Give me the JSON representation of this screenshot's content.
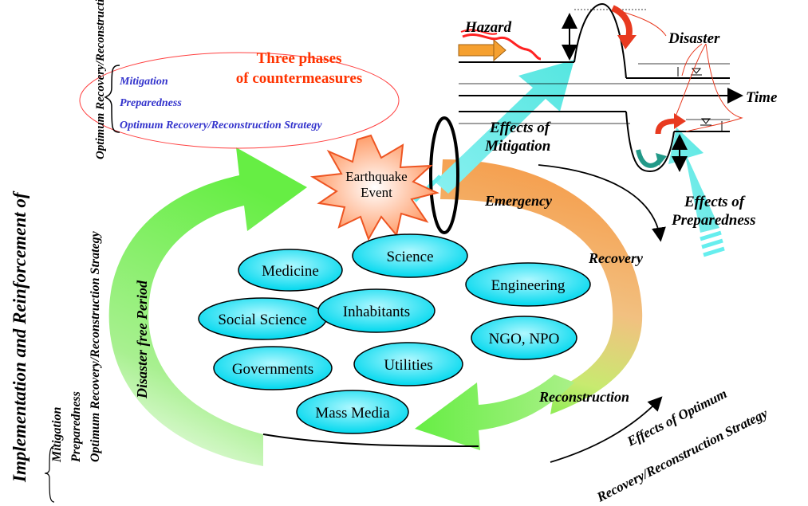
{
  "left_title": "Implementation and Reinforcement of",
  "left_items": [
    "Mitigation",
    "Preparedness",
    "Optimum Recovery/Reconstruction Strategy"
  ],
  "phases": {
    "title_line1": "Three phases",
    "title_line2": "of countermeasures",
    "items": [
      "Mitigation",
      "Preparedness",
      "Optimum Recovery/Reconstruction Strategy"
    ]
  },
  "event": {
    "line1": "Earthquake",
    "line2": "Event"
  },
  "cycle_labels": {
    "emergency": "Emergency",
    "recovery": "Recovery",
    "reconstruction": "Reconstruction",
    "disaster_free": "Disaster free Period"
  },
  "effects": {
    "mitigation_line1": "Effects of",
    "mitigation_line2": "Mitigation",
    "preparedness_line1": "Effects of",
    "preparedness_line2": "Preparedness",
    "recovery_line1": "Effects of Optimum",
    "recovery_line2": "Recovery/Reconstruction Strategy"
  },
  "timeline": {
    "hazard": "Hazard",
    "disaster": "Disaster",
    "time": "Time"
  },
  "stakeholders": [
    "Medicine",
    "Science",
    "Engineering",
    "Social Science",
    "Inhabitants",
    "NGO, NPO",
    "Governments",
    "Utilities",
    "Mass Media"
  ],
  "colors": {
    "oval_fill": "#00e0f0",
    "green_arrow": "#66ee44",
    "cyan_arrow": "#66eeee",
    "phase_title": "#ff3300",
    "phase_items": "#3333cc",
    "orange_arrow": "#f5a050"
  }
}
